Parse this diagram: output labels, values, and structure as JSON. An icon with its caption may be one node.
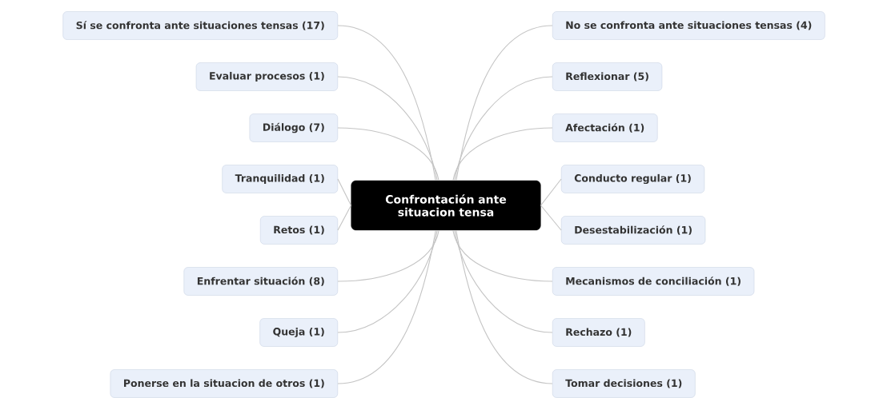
{
  "diagram": {
    "nodes": [
      {
        "text": [
          "Confrontación ante situacion tensa"
        ]
      },
      {
        "text": [
          "Sí se confronta ante situaciones tensas (17)"
        ]
      },
      {
        "text": [
          "Evaluar procesos (1)"
        ]
      },
      {
        "text": [
          "Diálogo (7)"
        ]
      },
      {
        "text": [
          "Tranquilidad (1)"
        ]
      },
      {
        "text": [
          "Retos (1)"
        ]
      },
      {
        "text": [
          "Enfrentar situación (8)"
        ]
      },
      {
        "text": [
          "Queja (1)"
        ]
      },
      {
        "text": [
          "Ponerse en la situacion de otros (1)"
        ]
      },
      {
        "text": [
          "No se confronta ante situaciones tensas (4)"
        ]
      },
      {
        "text": [
          "Reflexionar (5)"
        ]
      },
      {
        "text": [
          "Afectación (1)"
        ]
      },
      {
        "text": [
          "Conducto regular (1)"
        ]
      },
      {
        "text": [
          "Desestabilización (1)"
        ]
      },
      {
        "text": [
          "Mecanismos de conciliación (1)"
        ]
      },
      {
        "text": [
          "Rechazo (1)"
        ]
      },
      {
        "text": [
          "Tomar decisiones (1)"
        ]
      }
    ],
    "edges": [
      {
        "from": 0,
        "to": 1,
        "arrow": "none"
      },
      {
        "from": 0,
        "to": 2,
        "arrow": "none"
      },
      {
        "from": 0,
        "to": 3,
        "arrow": "none"
      },
      {
        "from": 0,
        "to": 4,
        "arrow": "none"
      },
      {
        "from": 0,
        "to": 5,
        "arrow": "none"
      },
      {
        "from": 0,
        "to": 6,
        "arrow": "none"
      },
      {
        "from": 0,
        "to": 7,
        "arrow": "none"
      },
      {
        "from": 0,
        "to": 8,
        "arrow": "none"
      },
      {
        "from": 0,
        "to": 9,
        "arrow": "none"
      },
      {
        "from": 0,
        "to": 10,
        "arrow": "none"
      },
      {
        "from": 0,
        "to": 11,
        "arrow": "none"
      },
      {
        "from": 0,
        "to": 12,
        "arrow": "none"
      },
      {
        "from": 0,
        "to": 13,
        "arrow": "none"
      },
      {
        "from": 0,
        "to": 14,
        "arrow": "none"
      },
      {
        "from": 0,
        "to": 15,
        "arrow": "none"
      },
      {
        "from": 0,
        "to": 16,
        "arrow": "none"
      }
    ]
  }
}
